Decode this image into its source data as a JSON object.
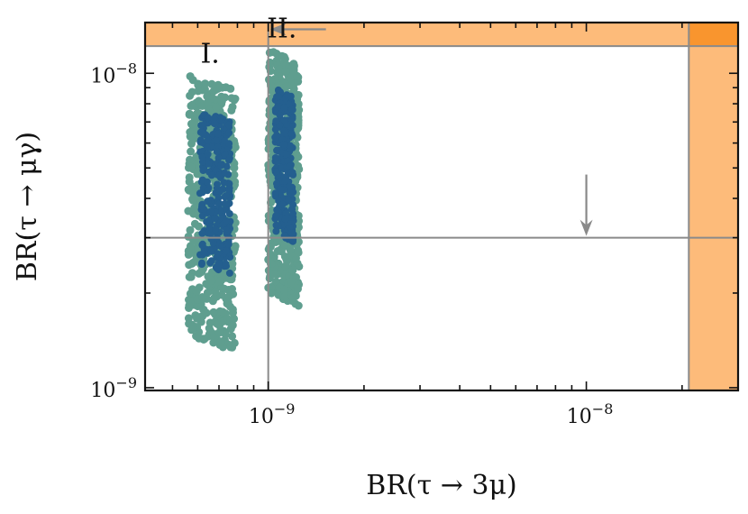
{
  "chart_data": {
    "type": "scatter",
    "title": "",
    "xlabel": "BR(τ → 3μ)",
    "ylabel": "BR(τ → μγ)",
    "x_scale": "log",
    "y_scale": "log",
    "xlim": [
      4.1e-10,
      3e-08
    ],
    "ylim": [
      9.8e-10,
      1.45e-08
    ],
    "x_ticks": [
      {
        "value": 1e-09,
        "base": "10",
        "exp": "−9"
      },
      {
        "value": 1e-08,
        "base": "10",
        "exp": "−8"
      }
    ],
    "y_ticks": [
      {
        "value": 1e-09,
        "base": "10",
        "exp": "−9"
      },
      {
        "value": 1e-08,
        "base": "10",
        "exp": "−8"
      }
    ],
    "grid": false,
    "regions": [
      {
        "label": "I.",
        "outer": {
          "x": [
            5.6e-10,
            7.9e-10
          ],
          "y": [
            1.3e-09,
            1e-08
          ]
        },
        "inner": {
          "x": [
            6.1e-10,
            7.6e-10
          ],
          "y": [
            2.3e-09,
            7.6e-09
          ]
        }
      },
      {
        "label": "II.",
        "outer": {
          "x": [
            1e-09,
            1.25e-09
          ],
          "y": [
            1.8e-09,
            1.2e-08
          ]
        },
        "inner": {
          "x": [
            1.05e-09,
            1.2e-09
          ],
          "y": [
            2.9e-09,
            9e-09
          ]
        }
      }
    ],
    "excluded_regions": [
      {
        "axis": "y",
        "from": 1.22e-08,
        "to": 1.45e-08
      },
      {
        "axis": "x",
        "from": 2.1e-08,
        "to": 3e-08
      }
    ],
    "reference_lines": [
      {
        "axis": "x",
        "value": 1e-09
      },
      {
        "axis": "y",
        "value": 3e-09
      }
    ],
    "arrows": [
      {
        "at": "x",
        "value": 1e-09,
        "direction": "left",
        "y": 1.38e-08
      },
      {
        "at": "y",
        "value": 3e-09,
        "direction": "down",
        "x": 1e-08
      }
    ],
    "colors": {
      "outer_points": "#5f9e8f",
      "inner_points": "#245f8f",
      "excluded": "#fdbb7a",
      "excluded_overlap": "#f9952e",
      "reference_line": "#8a8a8a"
    }
  }
}
